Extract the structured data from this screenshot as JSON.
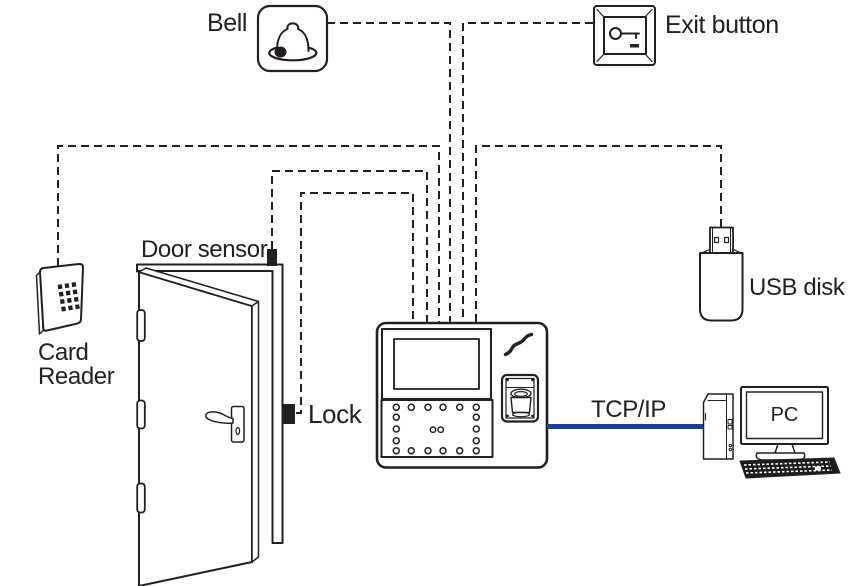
{
  "diagram": {
    "labels": {
      "bell": "Bell",
      "exit_button": "Exit button",
      "door_sensor": "Door sensor",
      "card_reader_line1": "Card",
      "card_reader_line2": "Reader",
      "lock": "Lock",
      "usb_disk": "USB disk",
      "tcp_ip": "TCP/IP",
      "pc": "PC"
    },
    "colors": {
      "line": "#231f20",
      "tcp_link": "#1f3e8f",
      "background": "#ffffff"
    },
    "icons": [
      "bell-icon",
      "exit-button-icon",
      "card-reader-icon",
      "door-icon",
      "door-sensor-icon",
      "lock-icon",
      "attendance-terminal-icon",
      "fingerprint-sensor-icon",
      "usb-disk-icon",
      "pc-tower-icon",
      "pc-monitor-icon",
      "pc-keyboard-icon"
    ],
    "connections": [
      {
        "from": "Bell",
        "to": "attendance-terminal",
        "style": "dashed"
      },
      {
        "from": "Exit button",
        "to": "attendance-terminal",
        "style": "dashed"
      },
      {
        "from": "Card Reader",
        "to": "attendance-terminal",
        "style": "dashed"
      },
      {
        "from": "Door sensor",
        "to": "attendance-terminal",
        "style": "dashed"
      },
      {
        "from": "Lock",
        "to": "attendance-terminal",
        "style": "dashed"
      },
      {
        "from": "USB disk",
        "to": "attendance-terminal",
        "style": "dashed"
      },
      {
        "from": "attendance-terminal",
        "to": "PC",
        "style": "solid",
        "label": "TCP/IP"
      }
    ]
  }
}
